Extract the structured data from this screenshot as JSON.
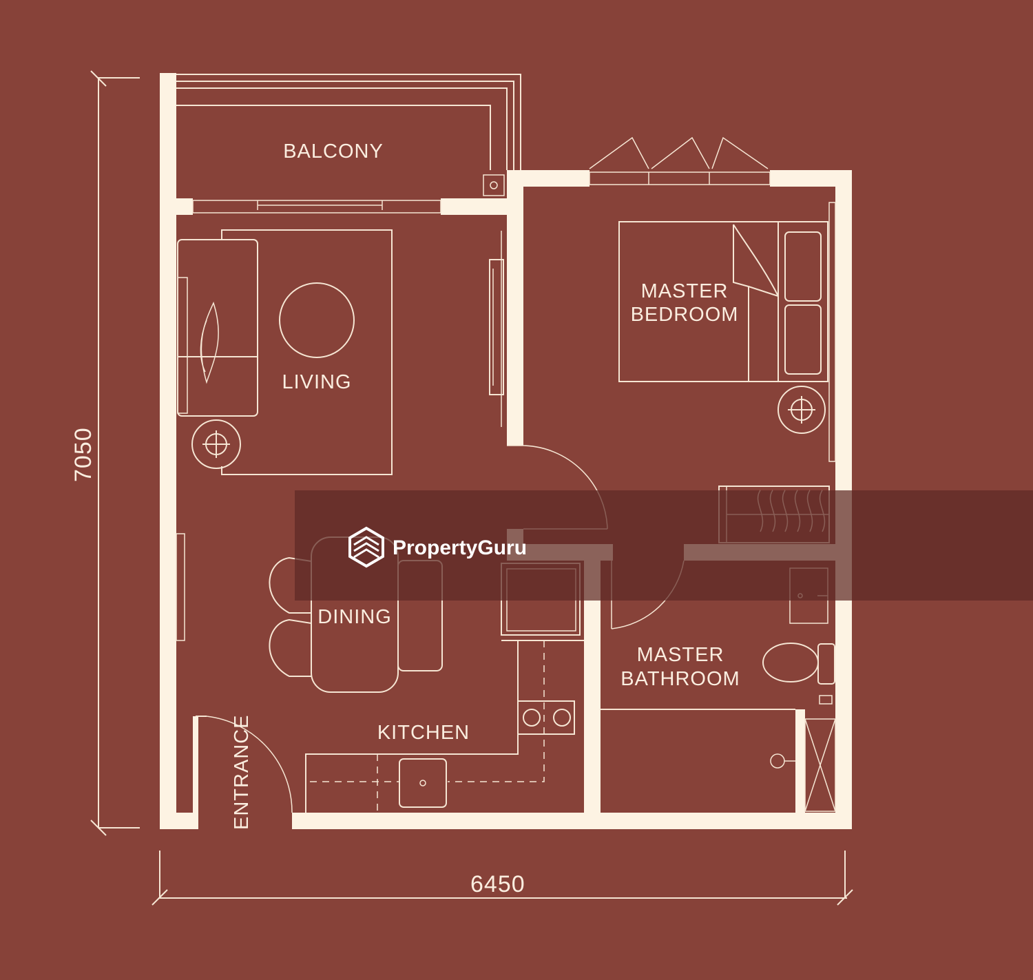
{
  "colors": {
    "background": "#874239",
    "linework": "#fdf3e3",
    "watermark_band": "#5e2a25"
  },
  "dimensions": {
    "height": "7050",
    "width": "6450"
  },
  "rooms": {
    "balcony": "BALCONY",
    "living": "LIVING",
    "master_bedroom_line1": "MASTER",
    "master_bedroom_line2": "BEDROOM",
    "dining": "DINING",
    "master_bathroom_line1": "MASTER",
    "master_bathroom_line2": "BATHROOM",
    "kitchen": "KITCHEN",
    "entrance": "ENTRANCE"
  },
  "watermark": {
    "text": "PropertyGuru",
    "icon": "propertyguru-logo-icon"
  }
}
